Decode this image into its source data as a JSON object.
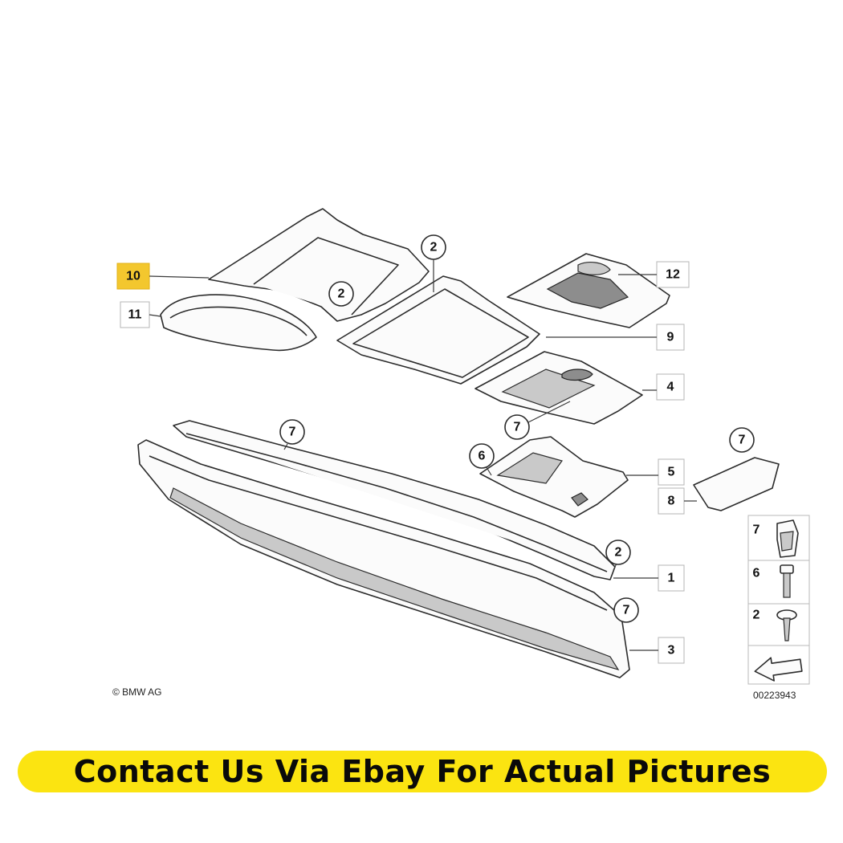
{
  "diagram": {
    "copyright": "© BMW AG",
    "figure_number": "00223943",
    "callouts": [
      {
        "id": "10",
        "highlighted": true
      },
      {
        "id": "11",
        "highlighted": false
      },
      {
        "id": "2",
        "highlighted": false
      },
      {
        "id": "2",
        "highlighted": false
      },
      {
        "id": "12",
        "highlighted": false
      },
      {
        "id": "9",
        "highlighted": false
      },
      {
        "id": "4",
        "highlighted": false
      },
      {
        "id": "7",
        "highlighted": false
      },
      {
        "id": "7",
        "highlighted": false
      },
      {
        "id": "6",
        "highlighted": false
      },
      {
        "id": "5",
        "highlighted": false
      },
      {
        "id": "8",
        "highlighted": false
      },
      {
        "id": "7",
        "highlighted": false
      },
      {
        "id": "2",
        "highlighted": false
      },
      {
        "id": "1",
        "highlighted": false
      },
      {
        "id": "7",
        "highlighted": false
      },
      {
        "id": "3",
        "highlighted": false
      }
    ],
    "fastener_legend": [
      {
        "id": "7",
        "icon": "clip-nut-icon"
      },
      {
        "id": "6",
        "icon": "bolt-icon"
      },
      {
        "id": "2",
        "icon": "screw-icon"
      }
    ],
    "highlight_color": "#f3c72e"
  },
  "banner": {
    "text": "Contact Us Via Ebay For Actual Pictures",
    "background": "#fbe411"
  }
}
